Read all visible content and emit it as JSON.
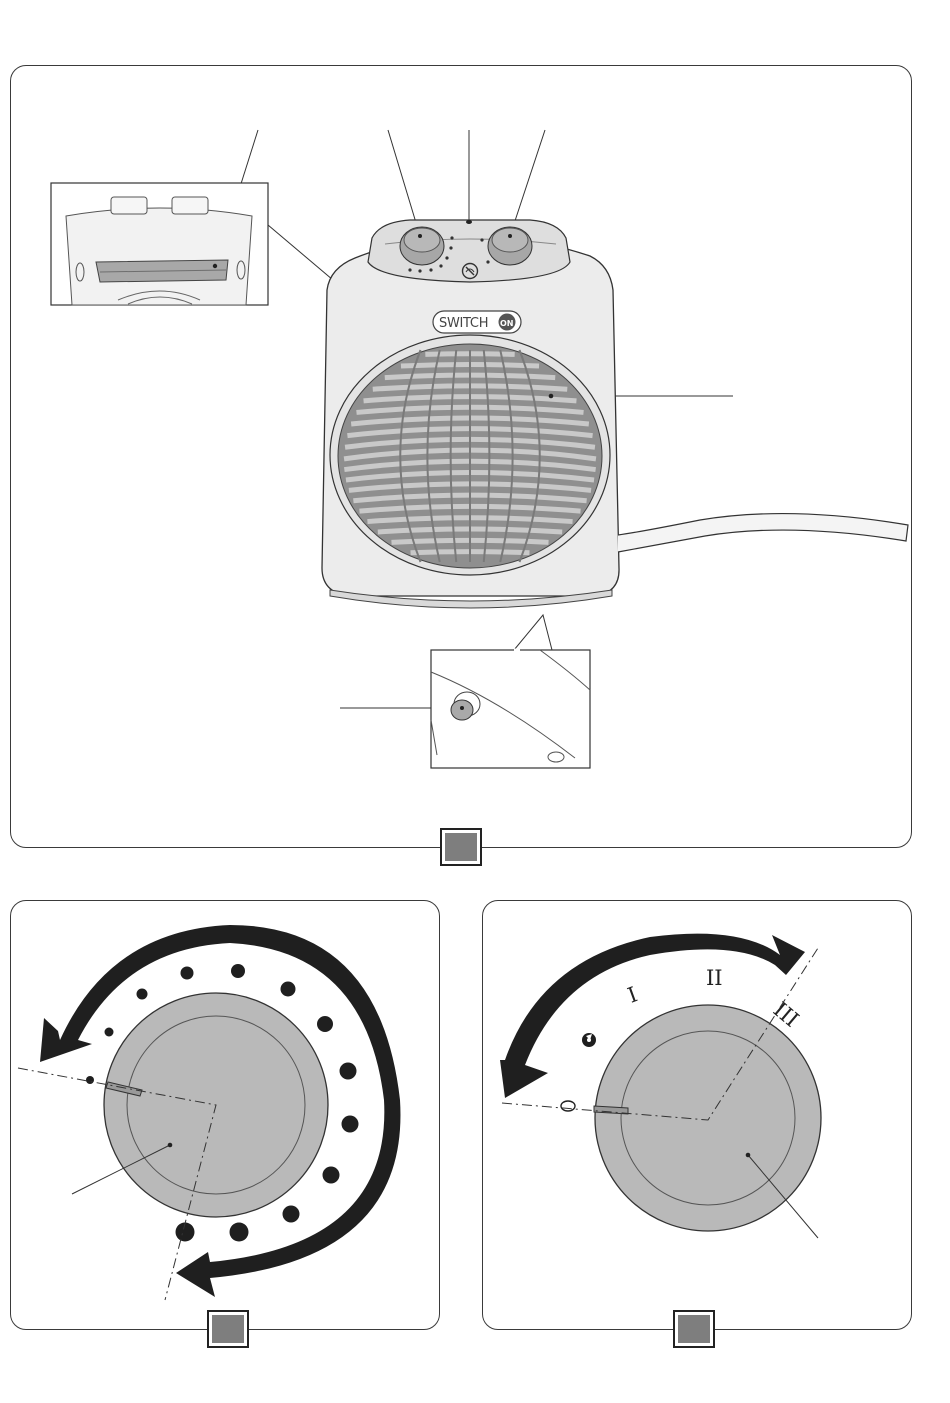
{
  "figures": [
    {
      "id": "A",
      "logo_text": "SWITCH",
      "logo_on": "ON"
    },
    {
      "id": "B"
    },
    {
      "id": "C",
      "labels": [
        "I",
        "II",
        "III"
      ]
    }
  ],
  "colors": {
    "outline": "#3a3a3a",
    "body": "#e7e7e7",
    "knob": "#b9b9b9",
    "grille": "#9a9a9a",
    "arrow": "#1f1f1f",
    "tab": "#7e7e7e"
  },
  "icons": [
    "power-heat-dial-icon",
    "fan-icon",
    "off-icon",
    "no-cover-warning-icon",
    "reset-button-icon"
  ]
}
